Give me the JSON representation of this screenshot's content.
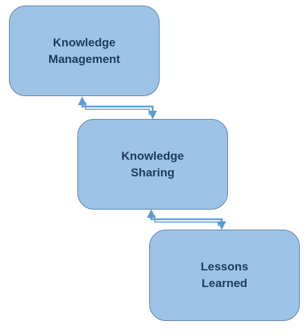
{
  "diagram": {
    "nodes": [
      {
        "id": "knowledge-management",
        "label": "Knowledge\nManagement"
      },
      {
        "id": "knowledge-sharing",
        "label": "Knowledge\nSharing"
      },
      {
        "id": "lessons-learned",
        "label": "Lessons\nLearned"
      }
    ],
    "edges": [
      {
        "from": "knowledge-management",
        "to": "knowledge-sharing",
        "direction": "both"
      },
      {
        "from": "knowledge-sharing",
        "to": "lessons-learned",
        "direction": "both"
      }
    ],
    "colors": {
      "node_fill": "#9dc3e6",
      "node_border": "#5a7fa8",
      "label_text": "#1f3b5c",
      "connector": "#5b9bd5"
    }
  }
}
